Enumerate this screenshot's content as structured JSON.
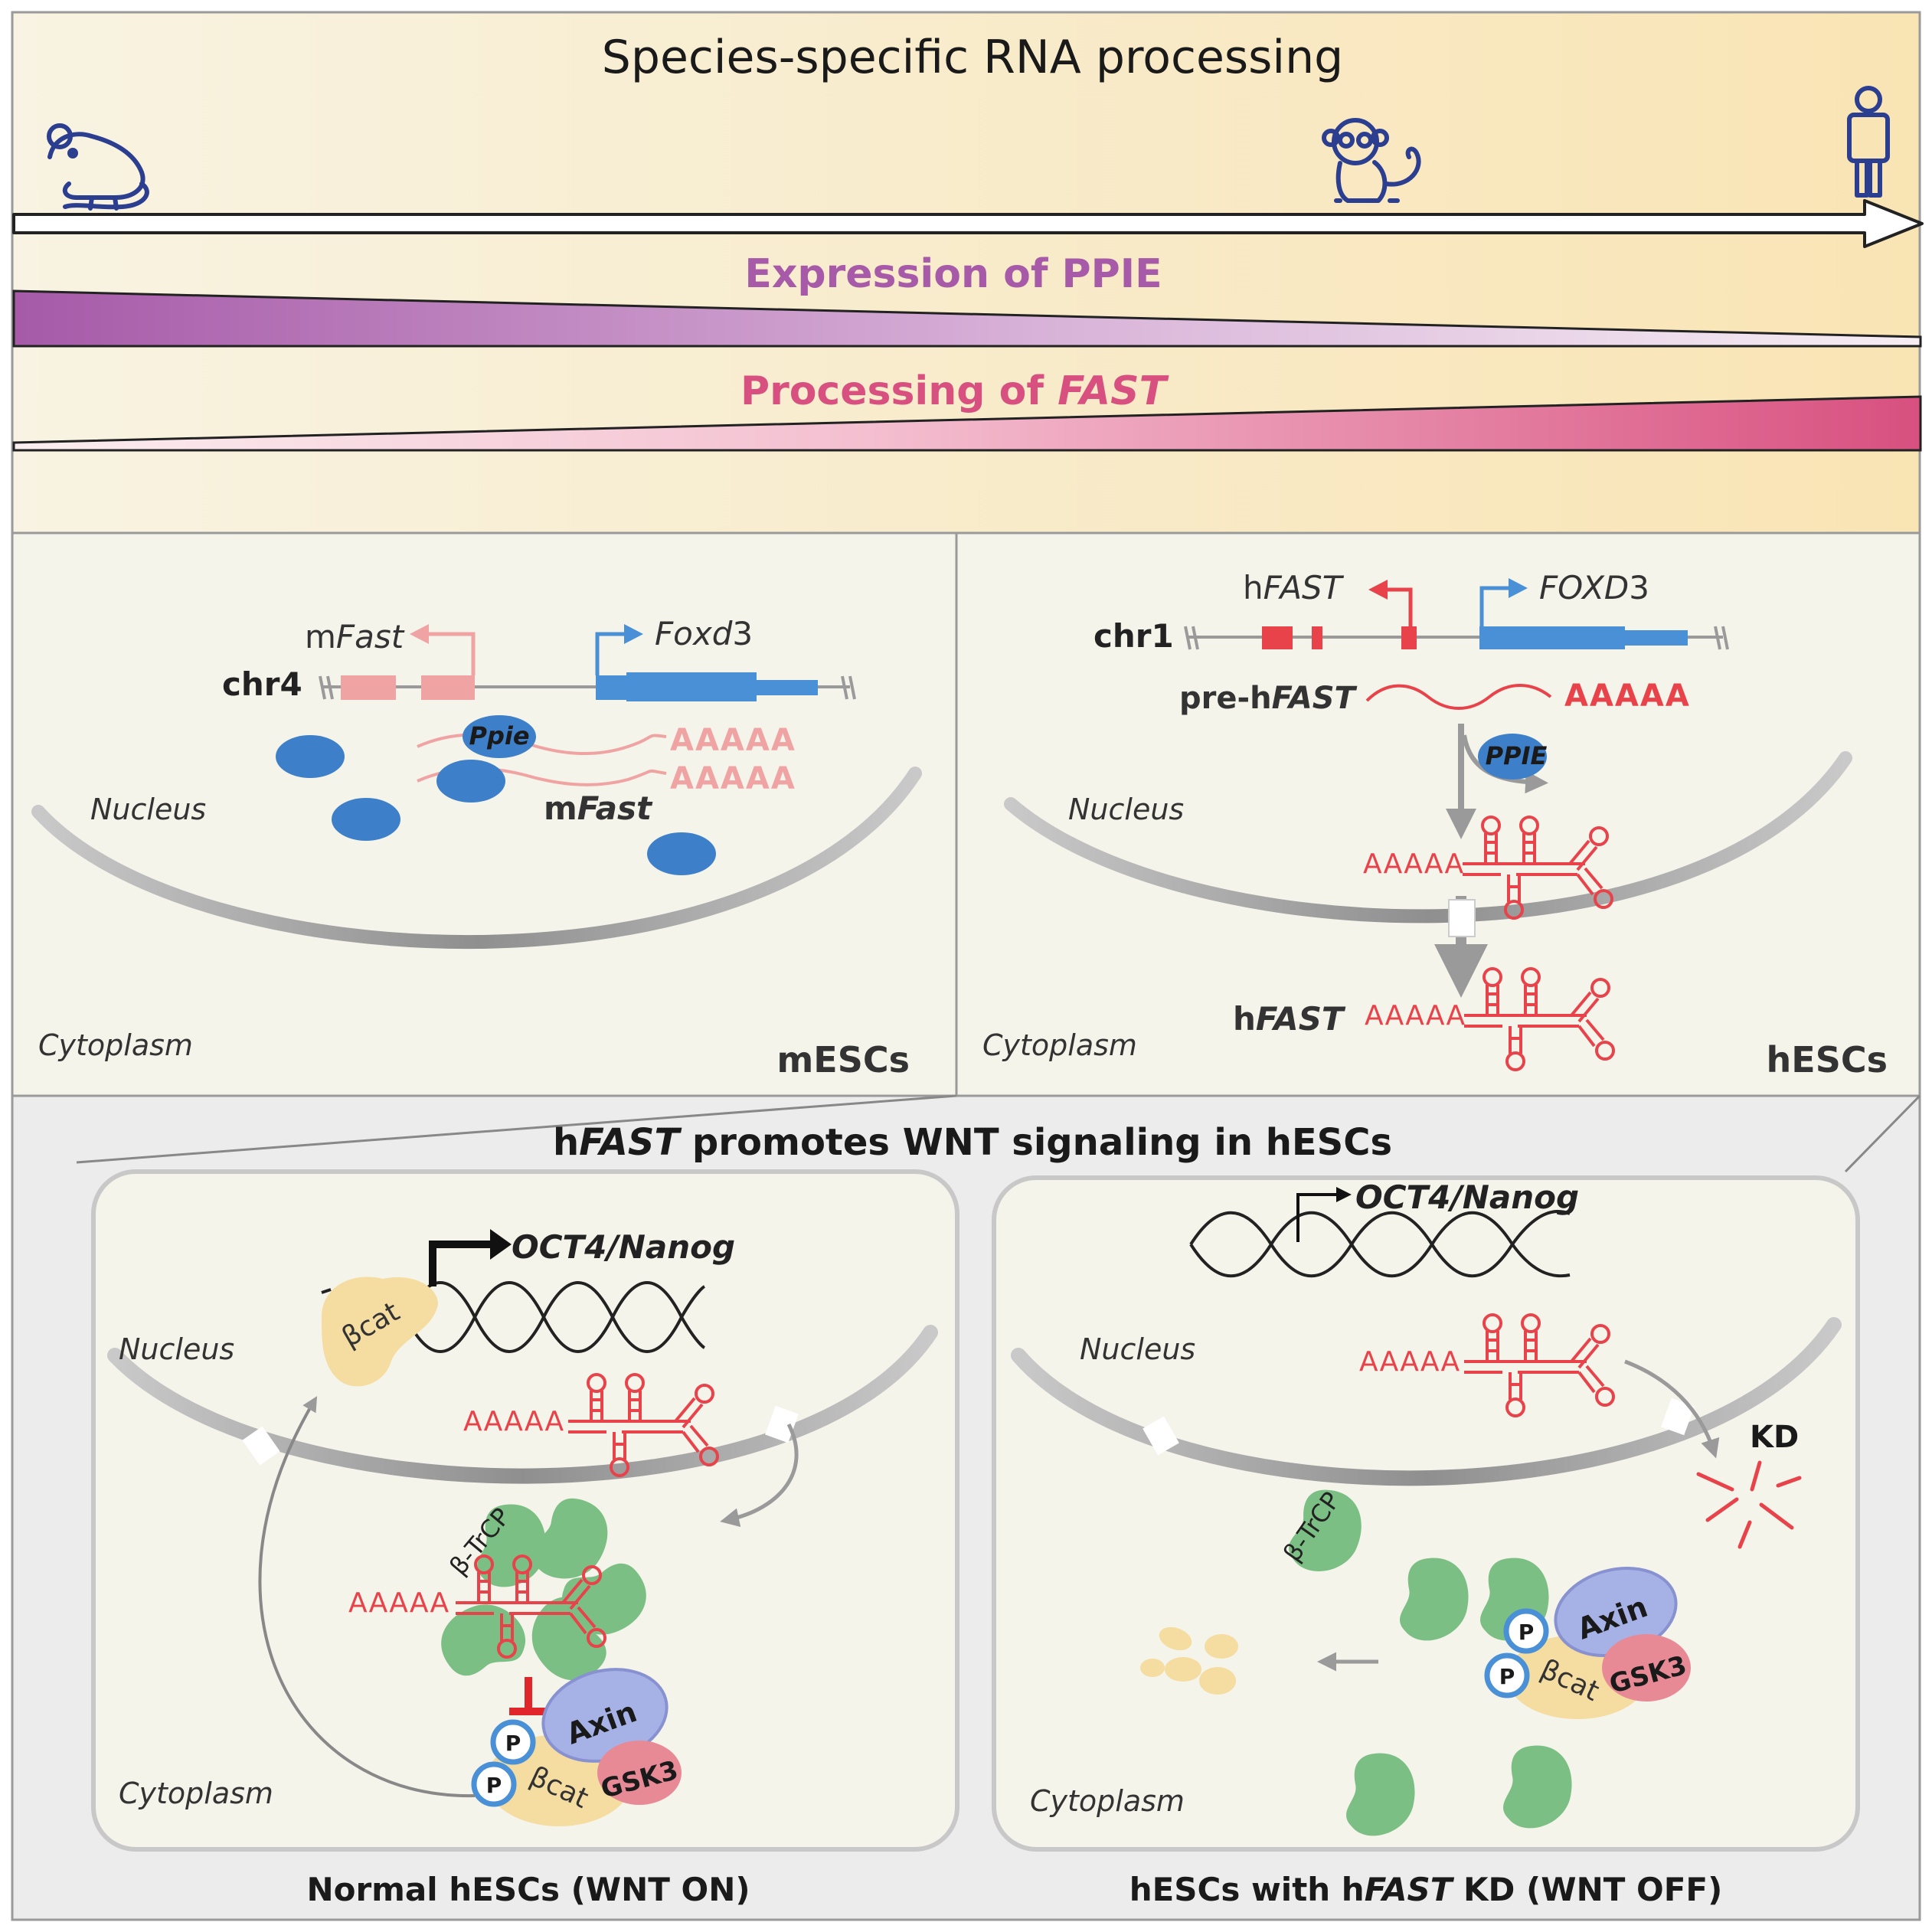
{
  "header": {
    "title": "Species-specific RNA processing",
    "ppie_label": "Expression of PPIE",
    "fast_label_prefix": "Processing of ",
    "fast_label_italic": "FAST"
  },
  "colors": {
    "header_bg_left": "#f8f3e2",
    "header_bg_right": "#f9e4b4",
    "panel_bg": "#f5f4ea",
    "ppie": "#a65aa8",
    "fast": "#d8507f",
    "rna_red": "#e8434a",
    "mouse_pink": "#f0a3a3",
    "protein_blue": "#3d7fc9",
    "gene_blue": "#4a90d6",
    "btrcp_green": "#7cbf84",
    "axin_blue": "#a6b2e6",
    "gsk3_pink": "#e88a96",
    "bcat_yellow": "#f5dca0"
  },
  "mouse_panel": {
    "fast_prefix": "m",
    "fast_italic": "Fast",
    "foxd": "Foxd",
    "foxd_num": "3",
    "chrom": "chr4",
    "protein": "Ppie",
    "polyA_1": "AAAAA",
    "polyA_2": "AAAAA",
    "product_prefix": "m",
    "product_italic": "Fast",
    "nucleus": "Nucleus",
    "cytoplasm": "Cytoplasm",
    "cell_label": "mESCs"
  },
  "human_panel": {
    "fast_prefix": "h",
    "fast_italic": "FAST",
    "foxd": "FOXD",
    "foxd_num": "3",
    "chrom": "chr1",
    "pre_prefix": "pre-h",
    "pre_italic": "FAST",
    "polyA_pre": "AAAAA",
    "protein": "PPIE",
    "polyA_nuc": "AAAAA",
    "polyA_cyto": "AAAAA",
    "product_prefix": "h",
    "product_italic": "FAST",
    "nucleus": "Nucleus",
    "cytoplasm": "Cytoplasm",
    "cell_label": "hESCs"
  },
  "bottom": {
    "title_prefix": "h",
    "title_italic": "FAST",
    "title_rest": " promotes WNT signaling in hESCs",
    "left": {
      "gene": "OCT4/Nanog",
      "bcat": "βcat",
      "nucleus": "Nucleus",
      "polyA_nuc": "AAAAA",
      "btrcp": "β-TrCP",
      "polyA_cyto": "AAAAA",
      "axin": "Axin",
      "gsk3": "GSK3",
      "bcat2": "βcat",
      "p1": "P",
      "p2": "P",
      "cytoplasm": "Cytoplasm",
      "caption": "Normal hESCs (WNT ON)"
    },
    "right": {
      "gene": "OCT4/Nanog",
      "nucleus": "Nucleus",
      "polyA_nuc": "AAAAA",
      "kd": "KD",
      "btrcp": "β-TrCP",
      "axin": "Axin",
      "gsk3": "GSK3",
      "bcat": "βcat",
      "p1": "P",
      "p2": "P",
      "cytoplasm": "Cytoplasm",
      "caption_prefix": "hESCs with h",
      "caption_italic": "FAST",
      "caption_rest": " KD (WNT OFF)"
    }
  }
}
